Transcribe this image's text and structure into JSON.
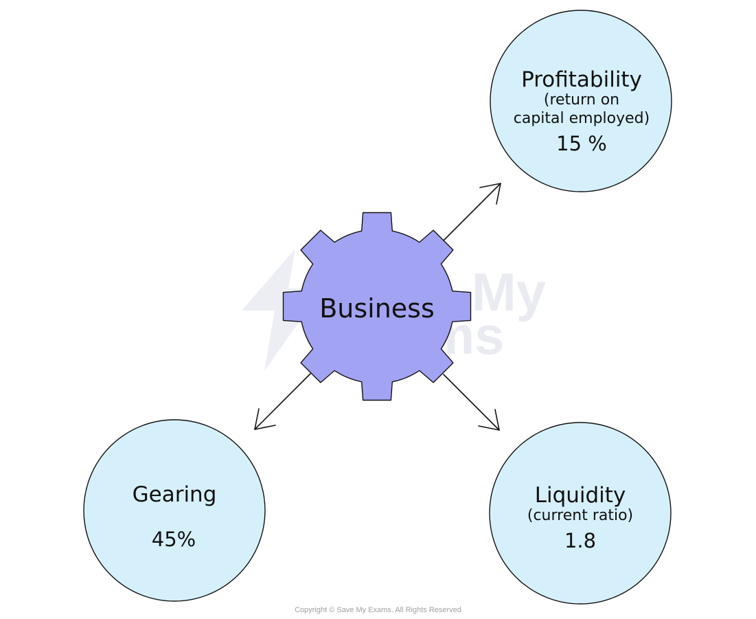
{
  "center": {
    "label": "Business"
  },
  "nodes": {
    "profitability": {
      "title": "Profitability",
      "line1": "(return on",
      "line2": "capital employed)",
      "value": "15 %"
    },
    "gearing": {
      "title": "Gearing",
      "value": "45%"
    },
    "liquidity": {
      "title": "Liquidity",
      "line1": "(current ratio)",
      "value": "1.8"
    }
  },
  "watermark": {
    "line1": "Save My",
    "line2": "Exams"
  },
  "copyright": "Copyright © Save My Exams. All Rights Reserved",
  "colors": {
    "gear_fill": "#a3a3f3",
    "circle_fill": "#d6f0fb",
    "stroke": "#111111"
  }
}
